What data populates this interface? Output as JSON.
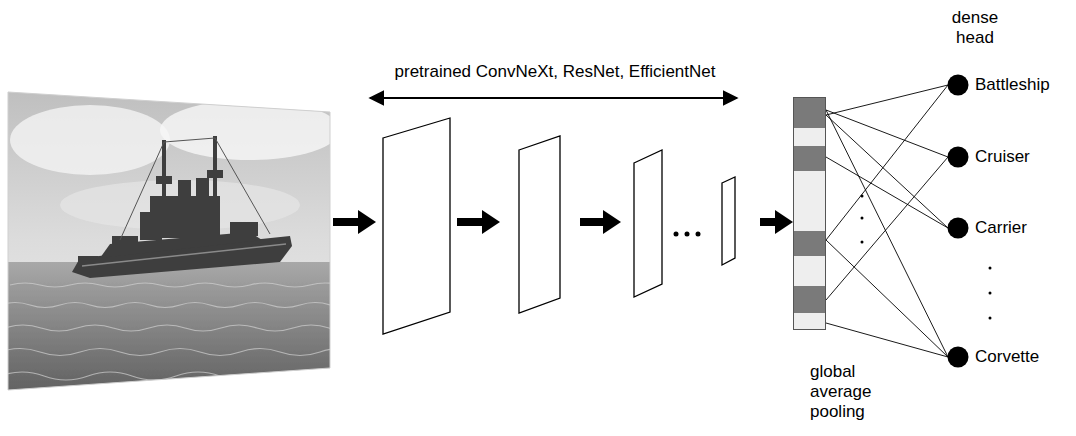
{
  "diagram": {
    "nodes": [
      {
        "text": [
          "global average pooling"
        ]
      },
      {
        "text": [
          "Battleship"
        ]
      },
      {
        "text": [
          "Cruiser"
        ]
      },
      {
        "text": [
          "Carrier"
        ]
      },
      {
        "text": [
          "Corvette"
        ]
      }
    ],
    "edges": [
      {
        "from": 0,
        "to": 1,
        "arrow": "none"
      },
      {
        "from": 0,
        "to": 2,
        "arrow": "none"
      },
      {
        "from": 0,
        "to": 3,
        "arrow": "none"
      },
      {
        "from": 0,
        "to": 4,
        "arrow": "none"
      }
    ],
    "labels": [
      "pretrained ConvNeXt, ResNet, EfficientNet",
      "dense head"
    ]
  }
}
